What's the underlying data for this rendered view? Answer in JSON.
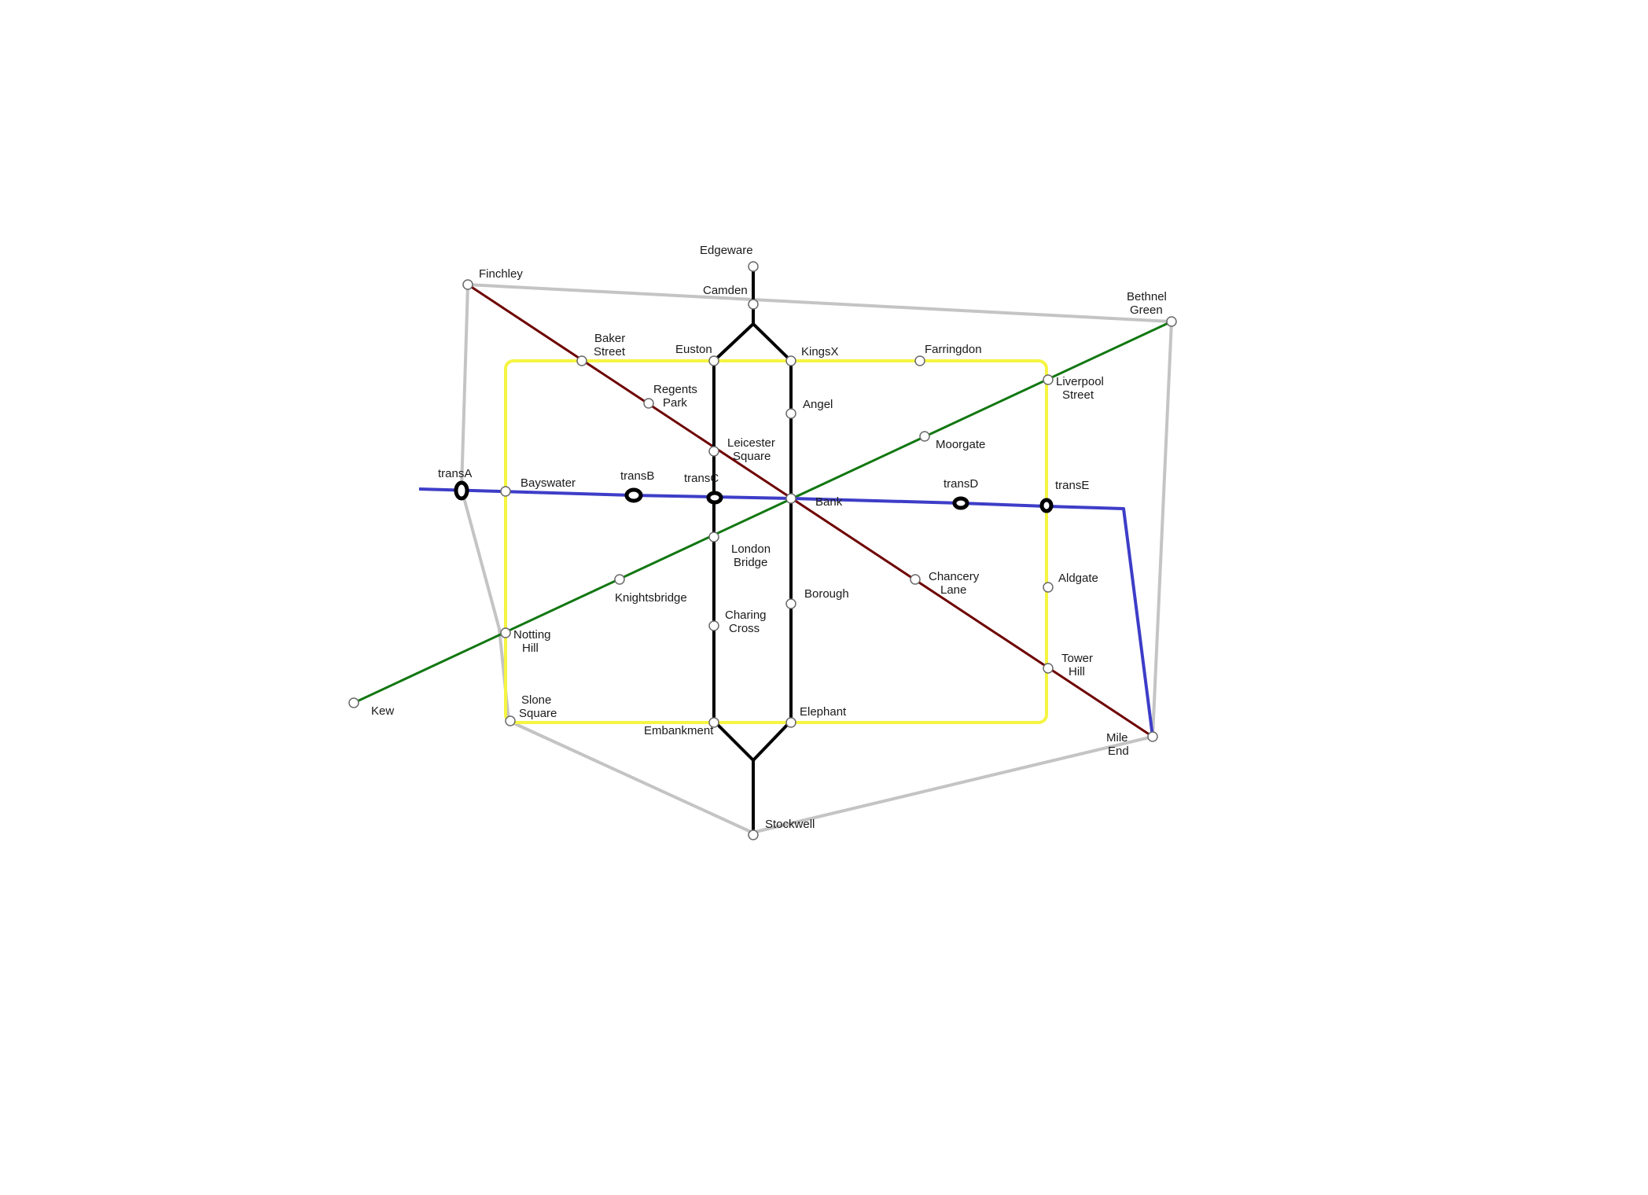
{
  "colors": {
    "circle_line": "#f5f542",
    "central_line": "#000000",
    "outer_line": "#c4c4c4",
    "diagonal_red": "#6e0000",
    "diagonal_green": "#117711",
    "blue_line": "#3d3dc8",
    "background": "#ffffff"
  },
  "stations": {
    "edgeware": "Edgeware",
    "camden": "Camden",
    "finchley": "Finchley",
    "bethnel_green": [
      "Bethnel",
      "Green"
    ],
    "baker_street": [
      "Baker",
      "Street"
    ],
    "euston": "Euston",
    "kingsx": "KingsX",
    "farringdon": "Farringdon",
    "regents_park": [
      "Regents",
      "Park"
    ],
    "angel": "Angel",
    "liverpool_street": [
      "Liverpool",
      "Street"
    ],
    "leicester_square": [
      "Leicester",
      "Square"
    ],
    "moorgate": "Moorgate",
    "bayswater": "Bayswater",
    "bank": "Bank",
    "london_bridge": [
      "London",
      "Bridge"
    ],
    "borough": "Borough",
    "chancery_lane": [
      "Chancery",
      "Lane"
    ],
    "aldgate": "Aldgate",
    "knightsbridge": "Knightsbridge",
    "charing_cross": [
      "Charing",
      "Cross"
    ],
    "notting_hill": [
      "Notting",
      "Hill"
    ],
    "tower_hill": [
      "Tower",
      "Hill"
    ],
    "kew": "Kew",
    "slone_square": [
      "Slone",
      "Square"
    ],
    "elephant": "Elephant",
    "embankment": "Embankment",
    "mile_end": [
      "Mile",
      "End"
    ],
    "stockwell": "Stockwell"
  },
  "transfers": {
    "transA": "transA",
    "transB": "transB",
    "transC": "transC",
    "transD": "transD",
    "transE": "transE"
  }
}
